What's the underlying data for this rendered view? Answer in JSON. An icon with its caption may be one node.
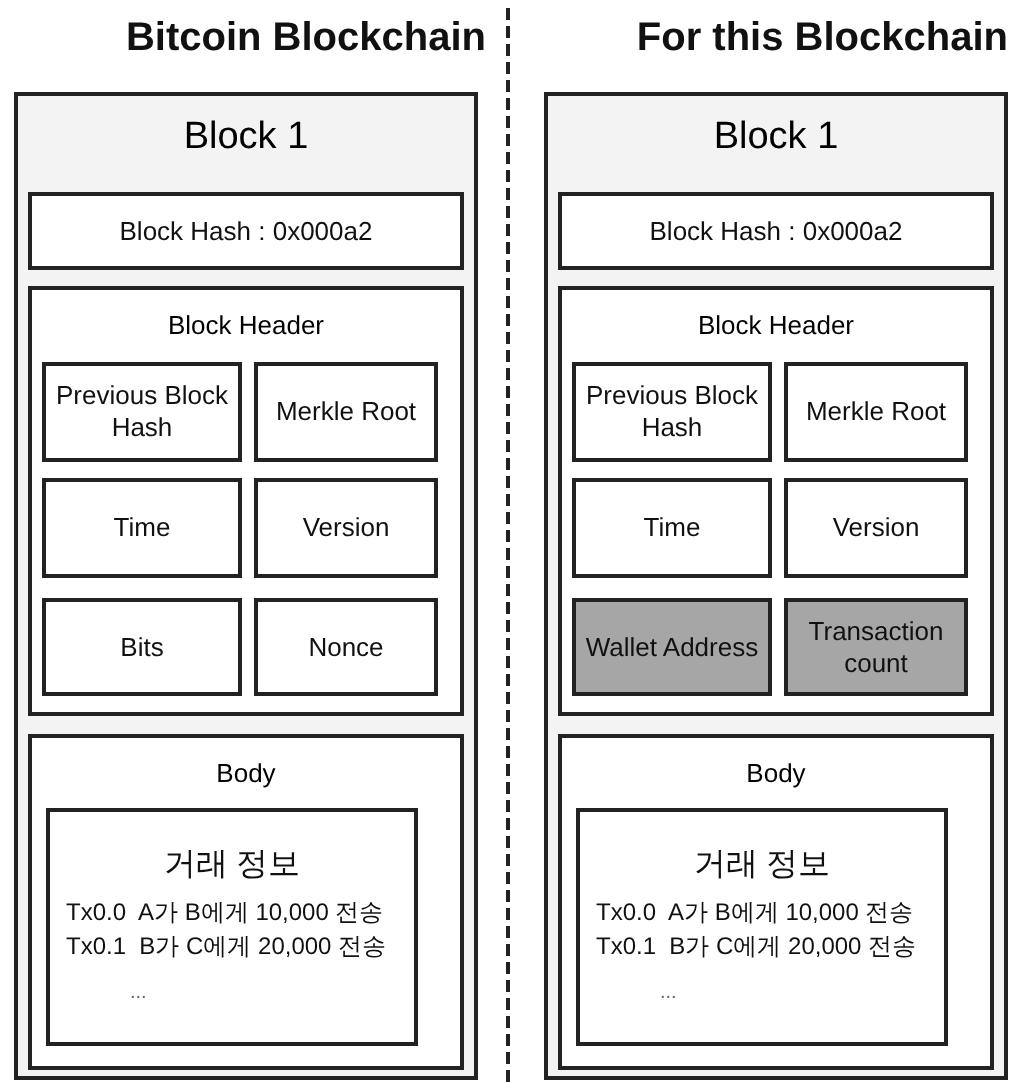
{
  "diagram": {
    "nodes": [
      {
        "text": [
          "Block 1"
        ]
      },
      {
        "text": [
          "Block Hash : 0x000a2"
        ],
        "in": 0
      },
      {
        "text": [
          "Block Header"
        ],
        "in": 0
      },
      {
        "text": [
          "Previous Block Hash"
        ],
        "in": 2
      },
      {
        "text": [
          "Merkle Root"
        ],
        "in": 2
      },
      {
        "text": [
          "Time"
        ],
        "in": 2
      },
      {
        "text": [
          "Version"
        ],
        "in": 2
      },
      {
        "text": [
          "Bits"
        ],
        "in": 2
      },
      {
        "text": [
          "Nonce"
        ],
        "in": 2
      },
      {
        "text": [
          "Body"
        ],
        "in": 0
      },
      {
        "text": [
          "거래 정보",
          "Tx0.0  A가 B에게 10,000 전송",
          "Tx0.1  B가 C에게 20,000 전송",
          "..."
        ],
        "in": 9
      },
      {
        "text": [
          "Block 1"
        ]
      },
      {
        "text": [
          "Block Hash : 0x000a2"
        ],
        "in": 11
      },
      {
        "text": [
          "Block Header"
        ],
        "in": 11
      },
      {
        "text": [
          "Previous Block Hash"
        ],
        "in": 13
      },
      {
        "text": [
          "Merkle Root"
        ],
        "in": 13
      },
      {
        "text": [
          "Time"
        ],
        "in": 13
      },
      {
        "text": [
          "Version"
        ],
        "in": 13
      },
      {
        "text": [
          "Wallet Address"
        ],
        "in": 13
      },
      {
        "text": [
          "Transaction count"
        ],
        "in": 13
      },
      {
        "text": [
          "Body"
        ],
        "in": 11
      },
      {
        "text": [
          "거래 정보",
          "Tx0.0  A가 B에게 10,000 전송",
          "Tx0.1  B가 C에게 20,000 전송",
          "..."
        ],
        "in": 20
      }
    ],
    "labels": [
      "Bitcoin Blockchain",
      "For this Blockchain"
    ]
  }
}
